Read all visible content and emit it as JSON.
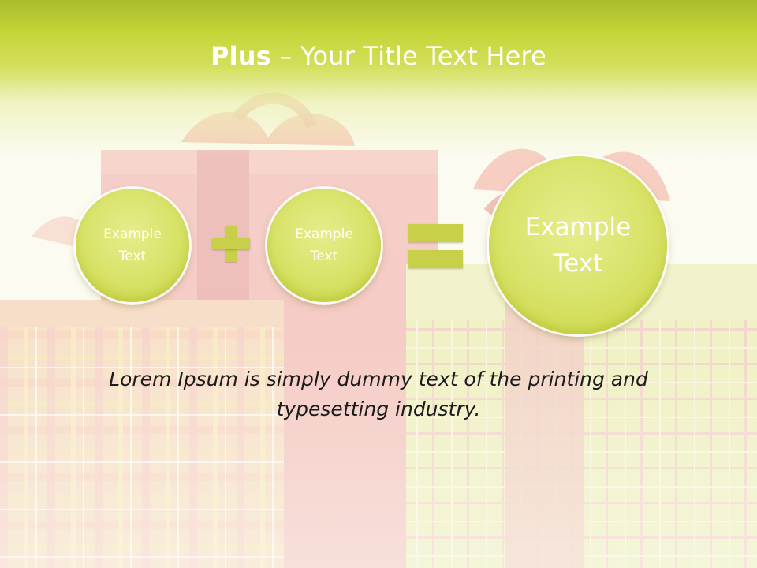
{
  "slide": {
    "title_bold": "Plus",
    "title_rest": " – Your Title Text Here",
    "circle_1": {
      "line1": "Example",
      "line2": "Text"
    },
    "circle_2": {
      "line1": "Example",
      "line2": "Text"
    },
    "circle_result": {
      "line1": "Example",
      "line2": "Text"
    },
    "body_text": "Lorem Ipsum is simply dummy text of the printing and typesetting industry."
  },
  "colors": {
    "accent": "#c6d63a",
    "circle": "#d8e36a",
    "operator": "#c8d049",
    "body_text": "#1b1b1b"
  },
  "icons": [
    "plus-sign",
    "equals-sign"
  ]
}
